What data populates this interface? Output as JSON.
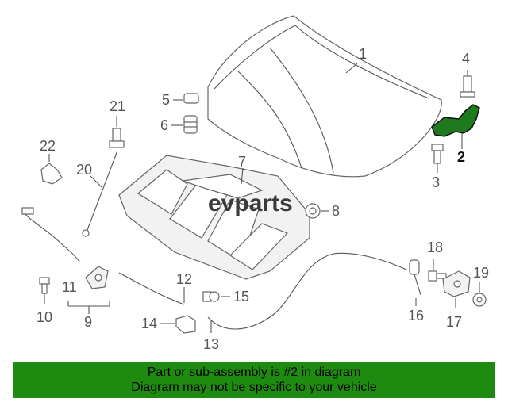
{
  "watermark": {
    "brand": "evparts"
  },
  "callouts": {
    "c1": "1",
    "c2": "2",
    "c3": "3",
    "c4": "4",
    "c5": "5",
    "c6": "6",
    "c7": "7",
    "c8": "8",
    "c9": "9",
    "c10": "10",
    "c11": "11",
    "c12": "12",
    "c13": "13",
    "c14": "14",
    "c15": "15",
    "c16": "16",
    "c17": "17",
    "c18": "18",
    "c19": "19",
    "c20": "20",
    "c21": "21",
    "c22": "22"
  },
  "highlight": {
    "part_number": "2",
    "color": "#1f7a1f"
  },
  "banner": {
    "line1": "Part or sub-assembly is #2 in diagram",
    "line2": "Diagram may not be specific to your vehicle",
    "background": "#1f8a10"
  }
}
